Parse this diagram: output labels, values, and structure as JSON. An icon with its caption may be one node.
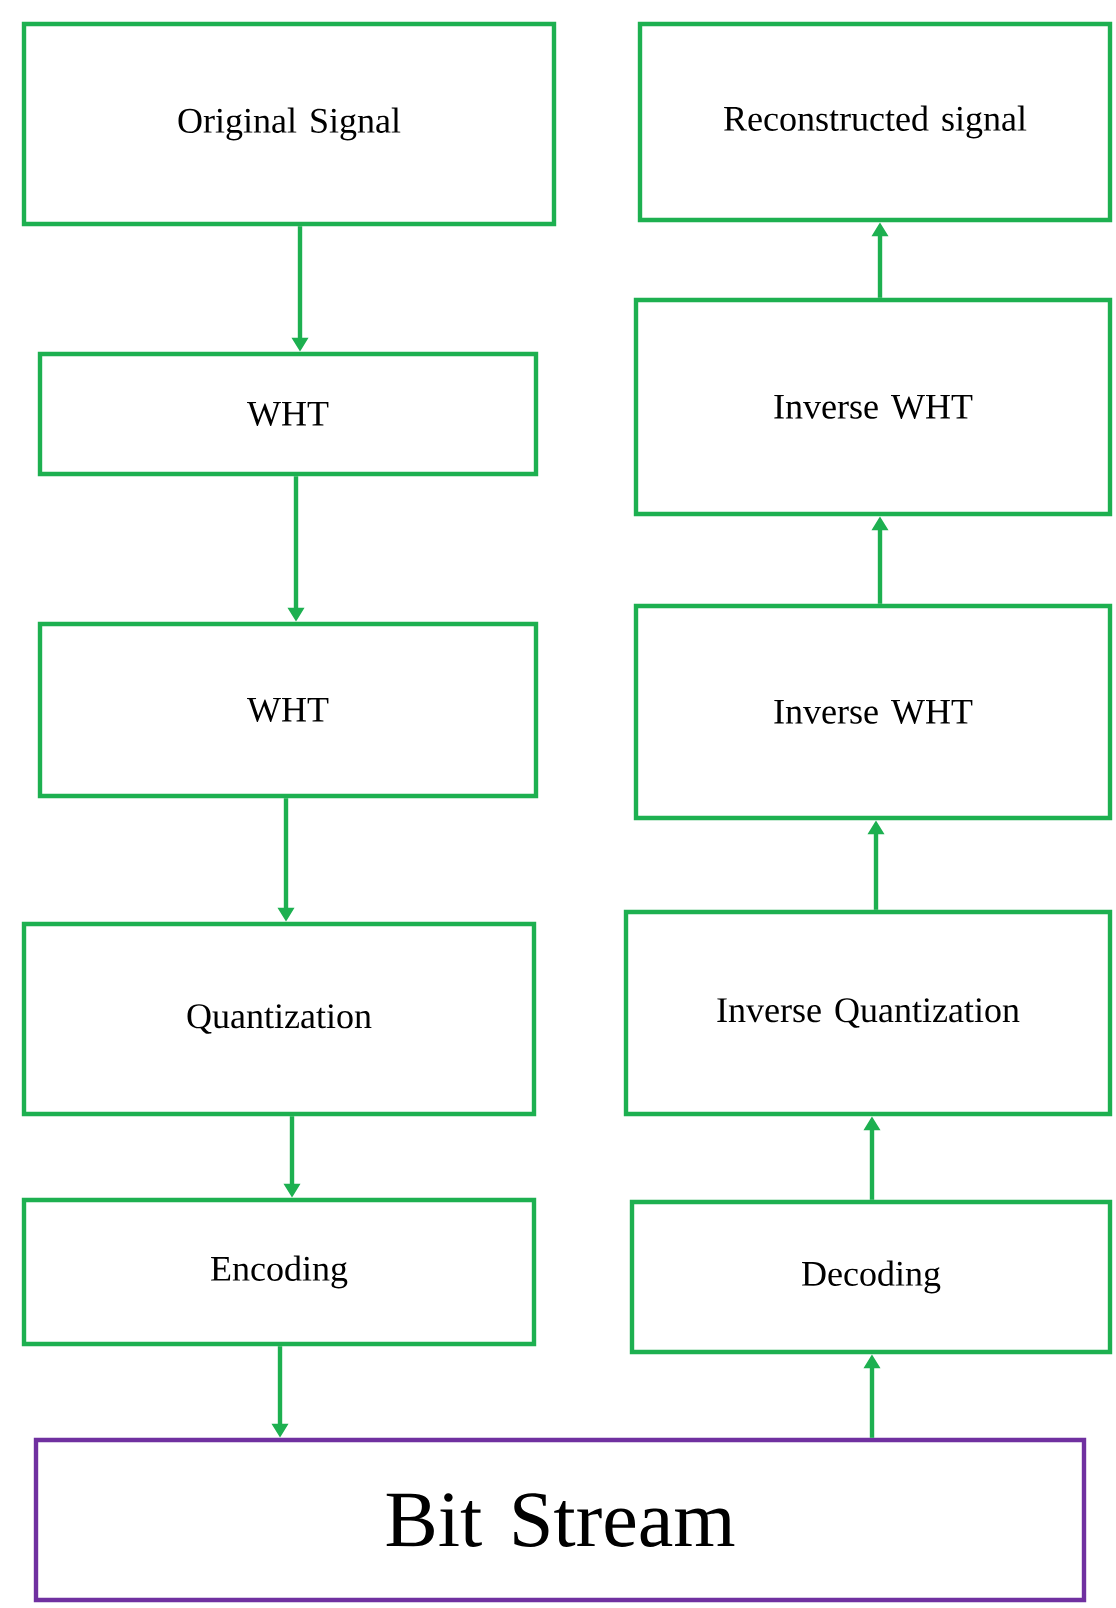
{
  "diagram": {
    "nodes": [
      {
        "text": [
          "Original Signal"
        ]
      },
      {
        "text": [
          "WHT"
        ]
      },
      {
        "text": [
          "WHT"
        ]
      },
      {
        "text": [
          "Quantization"
        ]
      },
      {
        "text": [
          "Encoding"
        ]
      },
      {
        "text": [
          "Reconstructed signal"
        ]
      },
      {
        "text": [
          "Inverse WHT"
        ]
      },
      {
        "text": [
          "Inverse WHT"
        ]
      },
      {
        "text": [
          "Inverse Quantization"
        ]
      },
      {
        "text": [
          "Decoding"
        ]
      },
      {
        "text": [
          "Bit Stream"
        ]
      }
    ],
    "edges": [
      {
        "from": 0,
        "to": 1,
        "arrow": "to"
      },
      {
        "from": 1,
        "to": 2,
        "arrow": "to"
      },
      {
        "from": 2,
        "to": 3,
        "arrow": "to"
      },
      {
        "from": 3,
        "to": 4,
        "arrow": "to"
      },
      {
        "from": 4,
        "to": 10,
        "arrow": "to"
      },
      {
        "from": 10,
        "to": 9,
        "arrow": "to"
      },
      {
        "from": 9,
        "to": 8,
        "arrow": "to"
      },
      {
        "from": 8,
        "to": 7,
        "arrow": "to"
      },
      {
        "from": 7,
        "to": 6,
        "arrow": "to"
      },
      {
        "from": 6,
        "to": 5,
        "arrow": "to"
      }
    ]
  }
}
